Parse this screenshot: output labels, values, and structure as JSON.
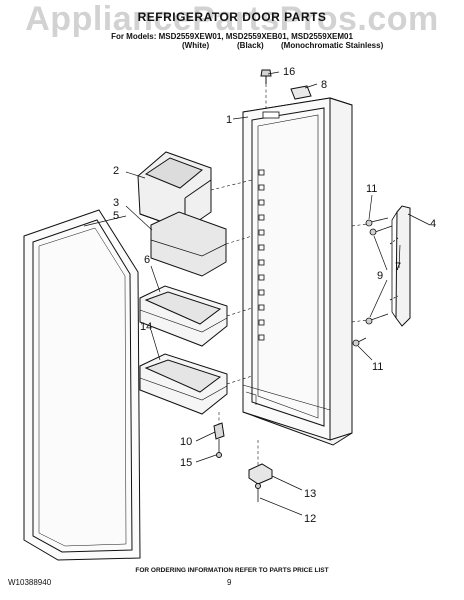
{
  "watermark": "AppliancePartsPros.com",
  "header": {
    "title": "REFRIGERATOR DOOR PARTS",
    "models": "For Models: MSD2559XEW01, MSD2559XEB01, MSD2559XEM01",
    "colors": [
      "(White)",
      "(Black)",
      "(Monochromatic Stainless)"
    ]
  },
  "callouts": [
    "1",
    "2",
    "3",
    "4",
    "5",
    "6",
    "7",
    "8",
    "9",
    "10",
    "11",
    "11",
    "12",
    "13",
    "14",
    "15",
    "16"
  ],
  "footer": {
    "ordering_info": "FOR ORDERING INFORMATION REFER TO PARTS PRICE LIST",
    "doc_number": "W10388940",
    "page_number": "9"
  }
}
